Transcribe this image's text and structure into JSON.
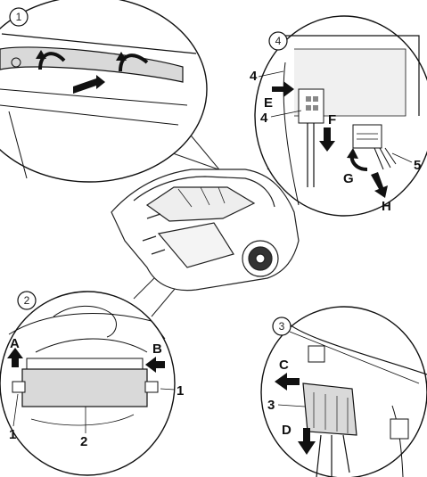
{
  "detail1": {
    "number": "1"
  },
  "detail2": {
    "number": "2",
    "labels": {
      "a": "A",
      "b": "B",
      "one_right": "1",
      "one_left": "1",
      "two": "2"
    }
  },
  "detail3": {
    "number": "3",
    "labels": {
      "c": "C",
      "three": "3",
      "d": "D"
    }
  },
  "detail4": {
    "number": "4",
    "labels": {
      "four_top": "4",
      "e": "E",
      "four_mid": "4",
      "f": "F",
      "five": "5",
      "g": "G",
      "h": "H"
    }
  },
  "colors": {
    "line": "#111111",
    "panel_fill": "#d9d9d9",
    "arrow": "#111111"
  },
  "icons": [
    "push-arrow",
    "curved-lift-arrow",
    "down-arrow",
    "left-arrow",
    "up-arrow",
    "right-arrow"
  ]
}
